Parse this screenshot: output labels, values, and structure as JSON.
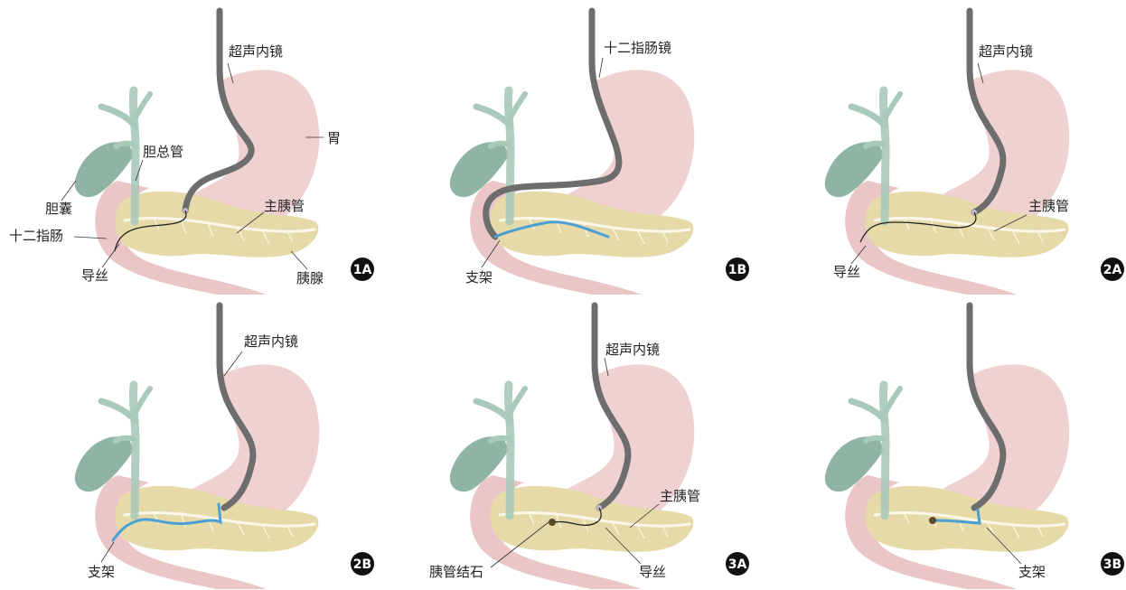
{
  "panels": [
    {
      "id": "1A",
      "labels": {
        "endoscope": "超声内镜",
        "stomach": "胃",
        "common_bile_duct": "胆总管",
        "gallbladder": "胆囊",
        "main_pancreatic_duct": "主胰管",
        "duodenum": "十二指肠",
        "guidewire": "导丝",
        "pancreas": "胰腺"
      }
    },
    {
      "id": "1B",
      "labels": {
        "endoscope": "十二指肠镜",
        "stent": "支架"
      }
    },
    {
      "id": "2A",
      "labels": {
        "endoscope": "超声内镜",
        "main_pancreatic_duct": "主胰管",
        "guidewire": "导丝"
      }
    },
    {
      "id": "2B",
      "labels": {
        "endoscope": "超声内镜",
        "stent": "支架"
      }
    },
    {
      "id": "3A",
      "labels": {
        "endoscope": "超声内镜",
        "main_pancreatic_duct": "主胰管",
        "stone": "胰管结石",
        "guidewire": "导丝"
      }
    },
    {
      "id": "3B",
      "labels": {
        "stent": "支架"
      }
    }
  ],
  "colors": {
    "stomach": "#ecc9c9",
    "duodenum": "#e9c3c3",
    "pancreas": "#e6dba8",
    "biliary": "#a9c9b9",
    "gallbladder": "#8fb4a4",
    "endoscope": "#6d6d6d",
    "stent": "#4a9fd4",
    "duct": "#fbf7ea",
    "badge": "#111111"
  }
}
